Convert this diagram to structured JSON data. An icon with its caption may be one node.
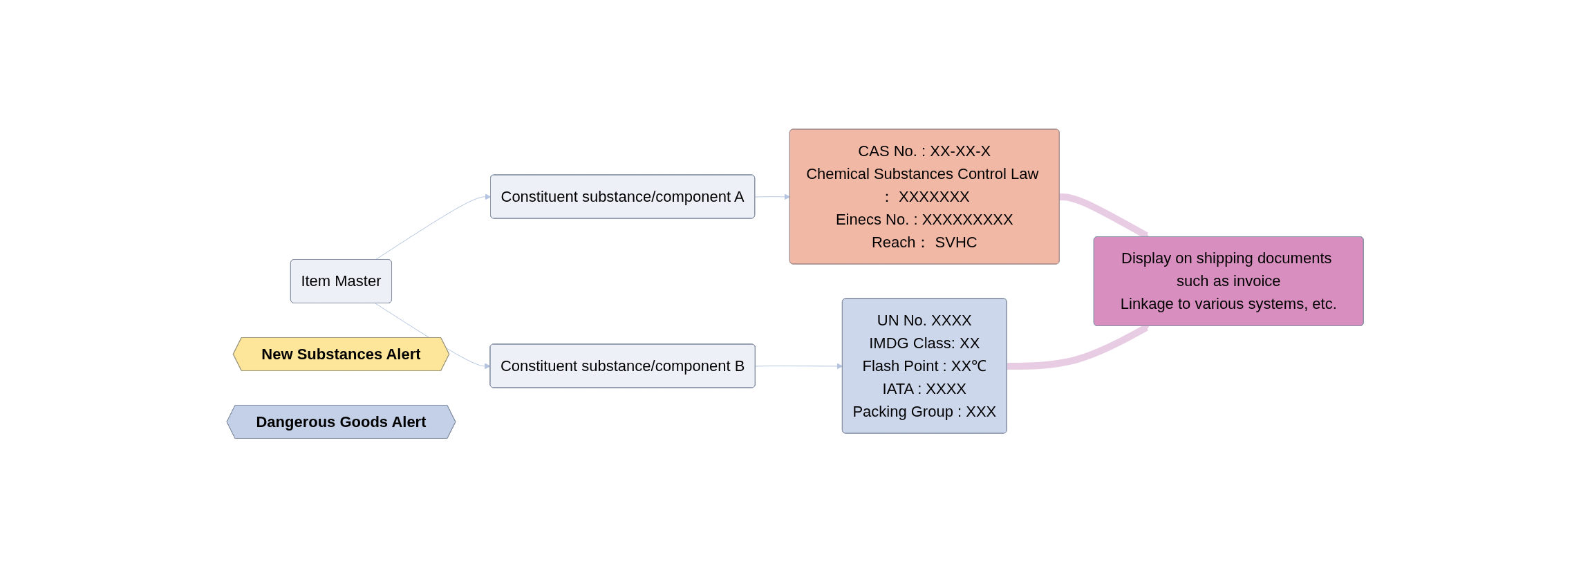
{
  "diagram": {
    "nodes": [
      {
        "text": [
          "Item Master"
        ]
      },
      {
        "text": [
          "Constituent substance/component A"
        ]
      },
      {
        "text": [
          "Constituent substance/component B"
        ]
      },
      {
        "text": [
          "CAS No. : XX-XX-X",
          "Chemical Substances Control Law ： XXXXXXX",
          "Einecs No. : XXXXXXXXX",
          "Reach： SVHC"
        ]
      },
      {
        "text": [
          "New Substances Alert"
        ]
      },
      {
        "text": [
          "Dangerous Goods Alert"
        ]
      },
      {
        "text": [
          "UN No. XXXX",
          "IMDG Class: XX",
          "Flash Point : XX℃",
          "IATA : XXXX",
          "Packing Group : XXX"
        ]
      },
      {
        "text": [
          "Display on shipping documents such as invoice",
          "Linkage to various systems, etc."
        ]
      }
    ],
    "edges": [
      {
        "from": 0,
        "to": 1,
        "arrow": "to"
      },
      {
        "from": 0,
        "to": 2,
        "arrow": "to"
      },
      {
        "from": 1,
        "to": 3,
        "arrow": "to"
      },
      {
        "from": 2,
        "to": 6,
        "arrow": "to"
      },
      {
        "from": 3,
        "to": 7,
        "arrow": "to",
        "style": "thick",
        "color": "#e8cce4"
      },
      {
        "from": 6,
        "to": 7,
        "arrow": "to",
        "style": "thick",
        "color": "#e8cce4"
      }
    ]
  }
}
